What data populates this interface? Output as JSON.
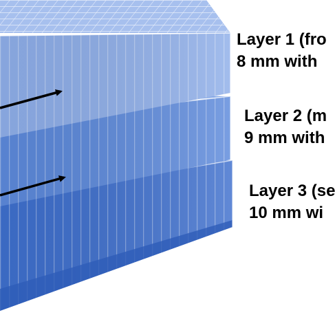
{
  "layers": [
    {
      "line1": "Layer 1 (fro",
      "line2": "8 mm with",
      "color": "#8eaee9"
    },
    {
      "line1": "Layer 2 (m",
      "line2": "9 mm with",
      "color": "#5c89db"
    },
    {
      "line1": "Layer 3 (se",
      "line2": "10 mm wi",
      "color": "#3e6fcd"
    }
  ],
  "colors": {
    "arrow": "#000000",
    "edge": "#ffffff",
    "background": "#ffffff"
  }
}
